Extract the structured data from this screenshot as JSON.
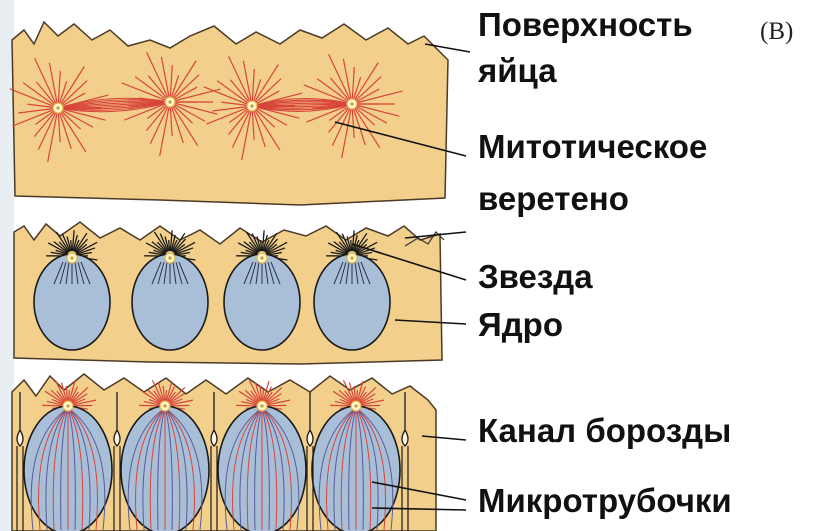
{
  "panel_letter": "(B)",
  "labels": {
    "egg_surface_line1": "Поверхность",
    "egg_surface_line2": "яйца",
    "spindle_line1": "Митотическое",
    "spindle_line2": "веретено",
    "aster": "Звезда",
    "nucleus": "Ядро",
    "furrow_canal": "Канал борозды",
    "microtubules": "Микротрубочки"
  },
  "colors": {
    "cytoplasm": "#f2d08c",
    "nucleus_fill": "#a9bfd8",
    "astral_rays": "#d8443a",
    "outline": "#1a1a1a"
  }
}
